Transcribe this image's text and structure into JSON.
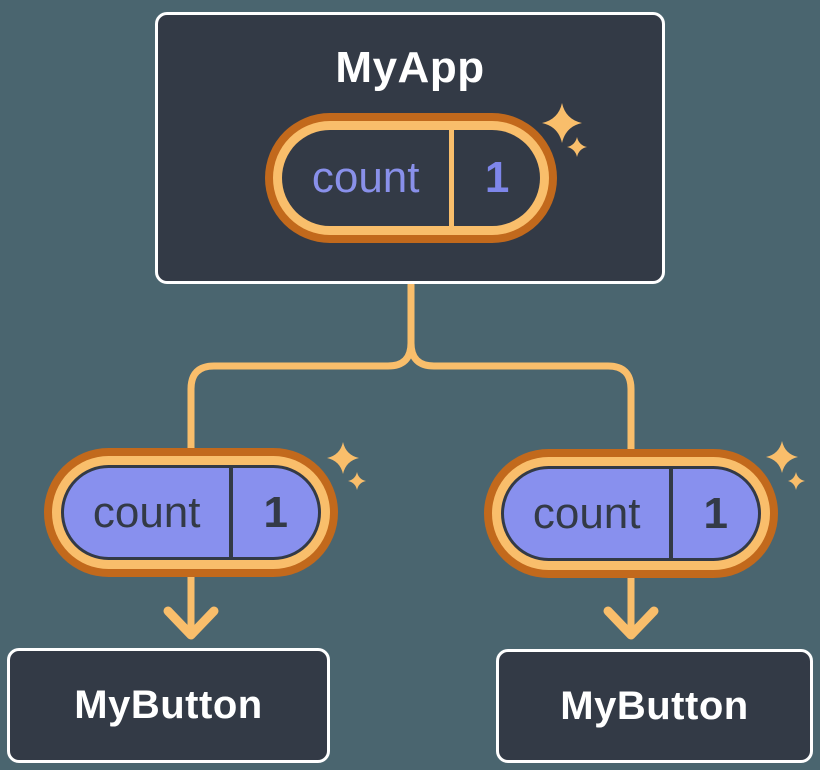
{
  "tree": {
    "root": {
      "title": "MyApp",
      "state": {
        "name": "count",
        "value": "1"
      }
    },
    "children": [
      {
        "title": "MyButton",
        "prop": {
          "name": "count",
          "value": "1"
        }
      },
      {
        "title": "MyButton",
        "prop": {
          "name": "count",
          "value": "1"
        }
      }
    ]
  },
  "colors": {
    "background": "#4A656F",
    "node_fill": "#333A46",
    "node_border": "#FFFFFF",
    "ring_dark_orange": "#C2691C",
    "ring_light_orange": "#F9BE6B",
    "connector_line": "#F9BE6B",
    "prop_pill_fill": "#8890EE",
    "state_text_periwinkle": "#8289E8",
    "dark_text": "#333A46",
    "title_text": "#FFFFFF"
  }
}
